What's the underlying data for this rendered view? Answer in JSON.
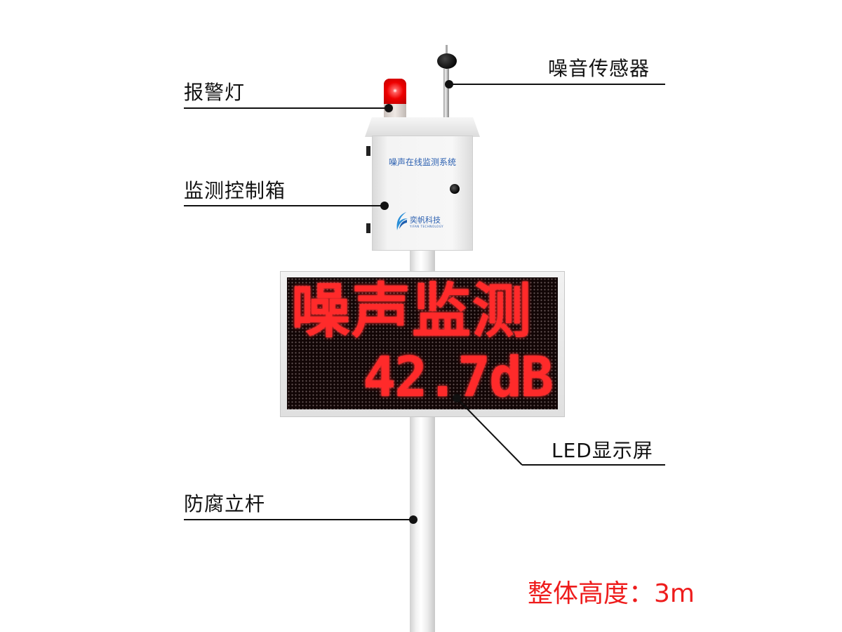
{
  "diagram": {
    "type": "product-component-diagram",
    "subject": "噪声在线监测系统 (noise monitoring station)",
    "labels": {
      "alarm_light": "报警灯",
      "noise_sensor": "噪音传感器",
      "control_box": "监测控制箱",
      "led_screen": "LED显示屏",
      "pole": "防腐立杆"
    },
    "control_box": {
      "title": "噪声在线监测系统",
      "brand_name": "奕帆科技",
      "brand_subtitle": "YIFAN TECHNOLOGY"
    },
    "led_display": {
      "line1": "噪声监测",
      "line2": "42.7dB"
    },
    "height_note": "整体高度：3m",
    "colors": {
      "label_text": "#111111",
      "height_note": "#ee1c1c",
      "led_text": "#ff2a2a",
      "box_text": "#2a5fb0",
      "alarm": "#ee0000"
    }
  }
}
